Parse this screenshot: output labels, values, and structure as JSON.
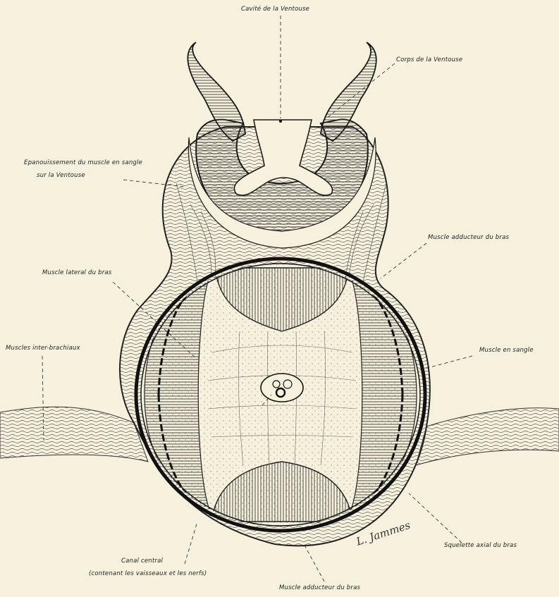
{
  "labels": {
    "cavite_ventouse": "Cavité de la Ventouse",
    "corps_ventouse": "Corps de la Ventouse",
    "epanouissement_line1": "Epanouissement du muscle en sangle",
    "epanouissement_line2": "sur la Ventouse",
    "adducteur_haut": "Muscle adducteur du bras",
    "lateral": "Muscle lateral du bras",
    "inter_brachiaux": "Muscles inter-brachiaux",
    "en_sangle": "Muscle en sangle",
    "squelette": "Squelette axial du bras",
    "canal_line1": "Canal central",
    "canal_line2": "(contenant les vaisseaux et les nerfs)",
    "adducteur_bas": "Muscle adducteur du bras"
  },
  "signature": "L. Jammes",
  "colors": {
    "paper": "#f6f1dc",
    "ink": "#1a1a1a",
    "hatch": "#444444"
  }
}
